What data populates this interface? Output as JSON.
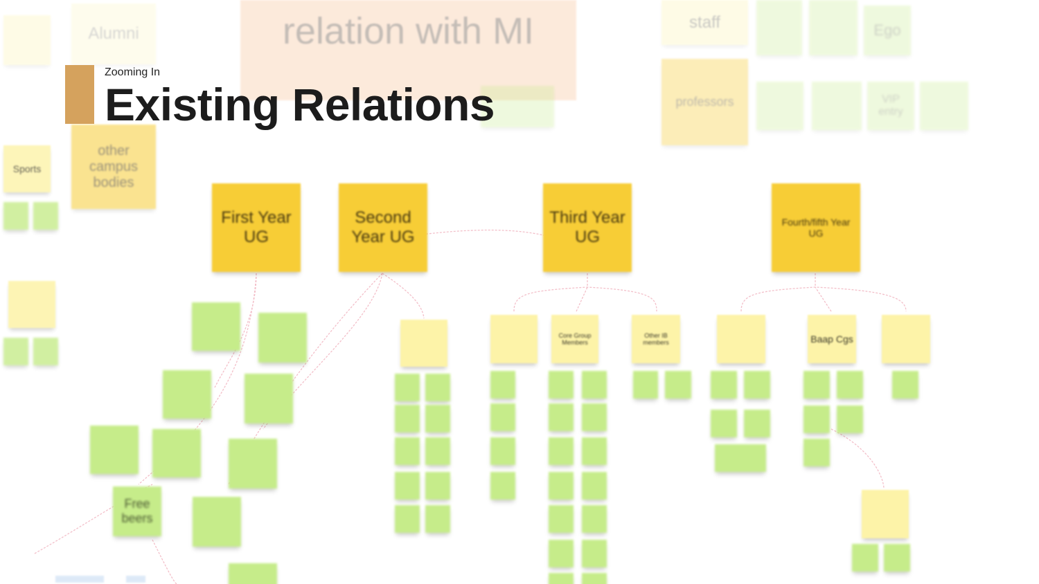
{
  "header": {
    "eyebrow": "Zooming In",
    "title": "Existing Relations"
  },
  "colors": {
    "accent_bar": "#d5a25d",
    "note_yellow": "#f7cd36",
    "note_light_yellow": "#fdf3a8",
    "note_green": "#c6ec8a",
    "banner": "#fbd6b9",
    "connector": "#f2b9c4"
  },
  "board": {
    "banner": "relation with MI",
    "background_notes": [
      "Alumni",
      "other campus bodies",
      "Sports",
      "staff",
      "Ego",
      "professors",
      "VIP entry"
    ],
    "headers": [
      "First Year UG",
      "Second Year UG",
      "Third Year UG",
      "Fourth/fifth Year UG"
    ],
    "subheaders": [
      "Free beers",
      "Core Group Members",
      "Other IB members",
      "Baap Cgs"
    ]
  }
}
